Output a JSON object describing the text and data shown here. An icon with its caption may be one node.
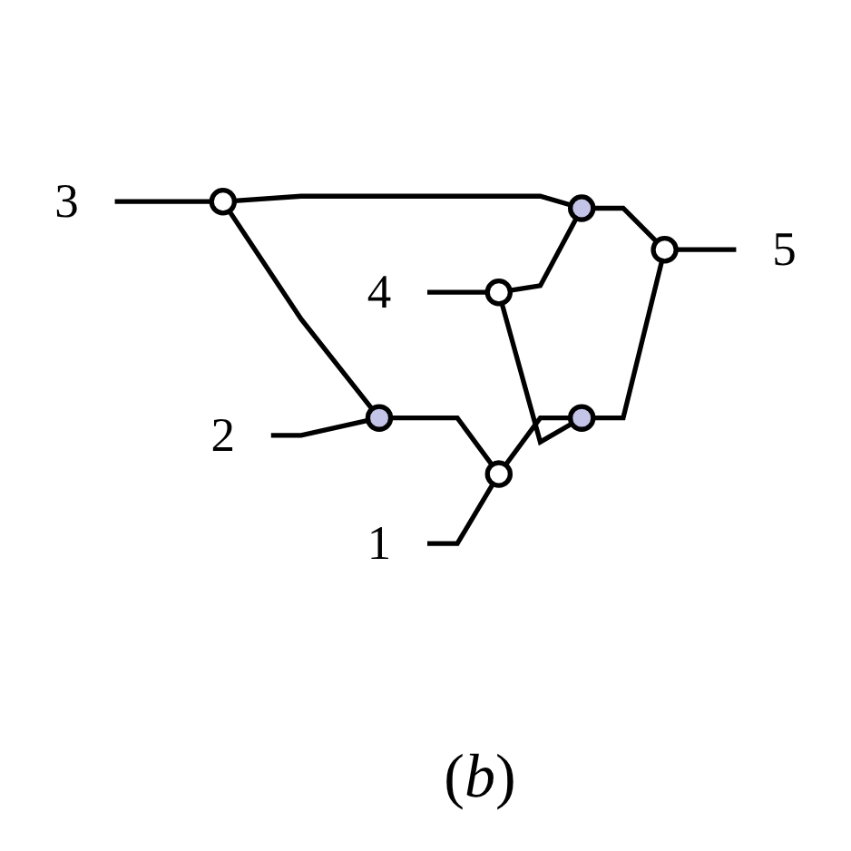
{
  "diagram": {
    "nodes": [
      {
        "text": [
          "3"
        ]
      },
      {
        "text": [],
        "shape": "circle"
      },
      {
        "text": [],
        "shape": "circle"
      },
      {
        "text": [
          "2"
        ]
      },
      {
        "text": [],
        "shape": "circle"
      },
      {
        "text": [
          "4"
        ]
      },
      {
        "text": [],
        "shape": "circle"
      },
      {
        "text": [],
        "shape": "circle"
      },
      {
        "text": [
          "5"
        ]
      },
      {
        "text": [],
        "shape": "circle"
      },
      {
        "text": [],
        "shape": "circle"
      },
      {
        "text": [
          "1"
        ]
      }
    ],
    "edges": [
      {
        "from": 0,
        "to": 1,
        "arrow": "none"
      },
      {
        "from": 1,
        "to": 4,
        "arrow": "none"
      },
      {
        "from": 1,
        "to": 2,
        "arrow": "none"
      },
      {
        "from": 3,
        "to": 4,
        "arrow": "none"
      },
      {
        "from": 4,
        "to": 10,
        "arrow": "none"
      },
      {
        "from": 11,
        "to": 10,
        "arrow": "none"
      },
      {
        "from": 10,
        "to": 9,
        "arrow": "none"
      },
      {
        "from": 5,
        "to": 6,
        "arrow": "none"
      },
      {
        "from": 6,
        "to": 2,
        "arrow": "none"
      },
      {
        "from": 6,
        "to": 9,
        "arrow": "none"
      },
      {
        "from": 2,
        "to": 7,
        "arrow": "none"
      },
      {
        "from": 9,
        "to": 7,
        "arrow": "none"
      },
      {
        "from": 7,
        "to": 8,
        "arrow": "none"
      }
    ],
    "labels": [
      "(*b*)"
    ]
  }
}
